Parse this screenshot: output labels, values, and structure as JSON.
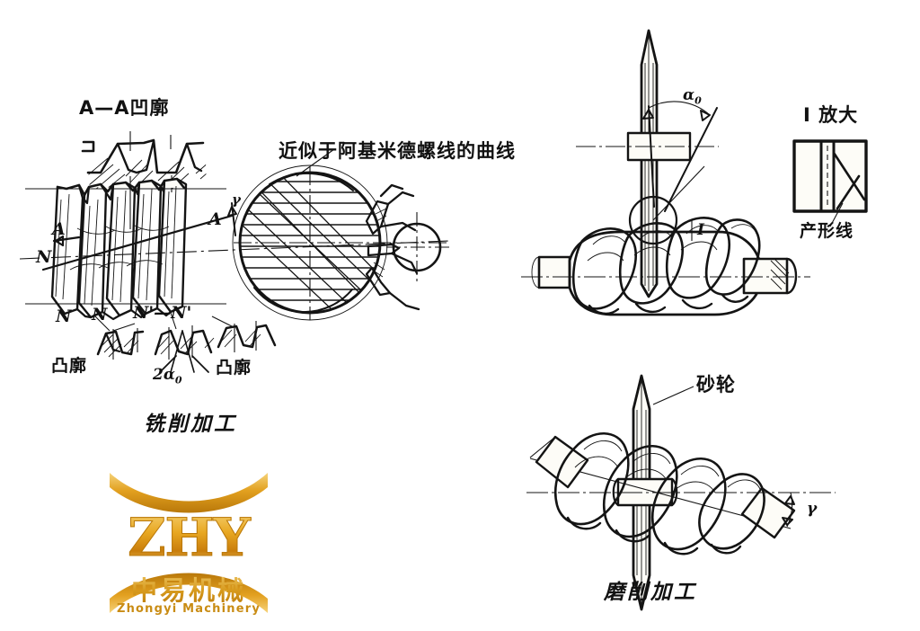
{
  "page": {
    "background_color": "#ffffff",
    "title": "Worm thread machining diagram"
  },
  "figures": {
    "milling": {
      "caption": "铣削加工",
      "section_label": "A—A凹廓",
      "curve_note": "近似于阿基米德螺线的曲线",
      "axis_marks": [
        "N",
        "N",
        "N'—N'",
        "A",
        "A",
        "N",
        "N'"
      ],
      "profile_left": "凸廓",
      "profile_right": "凸廓",
      "angle_label": "2α",
      "angle_sub": "0",
      "helix_angle": "γ"
    },
    "hobbing": {
      "tool_angle": "α",
      "tool_angle_sub": "0",
      "detail_callout": "I",
      "detail_title": "I 放大",
      "generating_line": "产形线"
    },
    "grinding": {
      "caption": "磨削加工",
      "wheel_label": "砂轮",
      "helix_angle": "γ"
    }
  },
  "logo": {
    "mark": "ZHY",
    "company_cn": "中易机械",
    "company_en": "Zhongyi Machinery",
    "gold_light": "#f7d67c",
    "gold_mid": "#e8a721",
    "gold_dark": "#b9780a"
  }
}
